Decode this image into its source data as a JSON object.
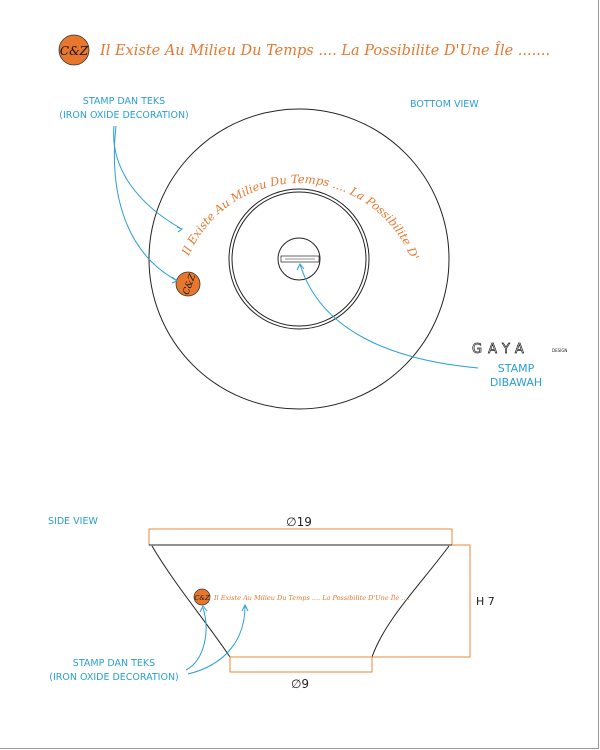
{
  "header": {
    "badge_text": "C&Z",
    "title": "Il Existe Au Milieu Du Temps .... La Possibilite D'Une Île ......."
  },
  "bottom_view": {
    "view_label": "BOTTOM VIEW",
    "arc_text": "Il Existe Au Milieu Du Temps .... La Possibilite D'Une Île ......",
    "badge_text": "C&Z",
    "callout_line1": "STAMP DAN TEKS",
    "callout_line2": "(IRON OXIDE DECORATION)",
    "stamp_line1": "STAMP",
    "stamp_line2": "DIBAWAH",
    "brand_logo": "GAYA",
    "brand_sub": "DESIGN"
  },
  "side_view": {
    "view_label": "SIDE VIEW",
    "top_diameter": "∅19",
    "bottom_diameter": "∅9",
    "height": "H 7",
    "inline_text": "Il Existe Au Milieu Du Temps .... La Possibilite D'Une Île ....",
    "badge_text": "C&Z",
    "callout_line1": "STAMP DAN TEKS",
    "callout_line2": "(IRON OXIDE DECORATION)"
  },
  "colors": {
    "orange": "#e8772e",
    "blue": "#2a9fd6",
    "line": "#222222",
    "dim": "#e8893a"
  }
}
